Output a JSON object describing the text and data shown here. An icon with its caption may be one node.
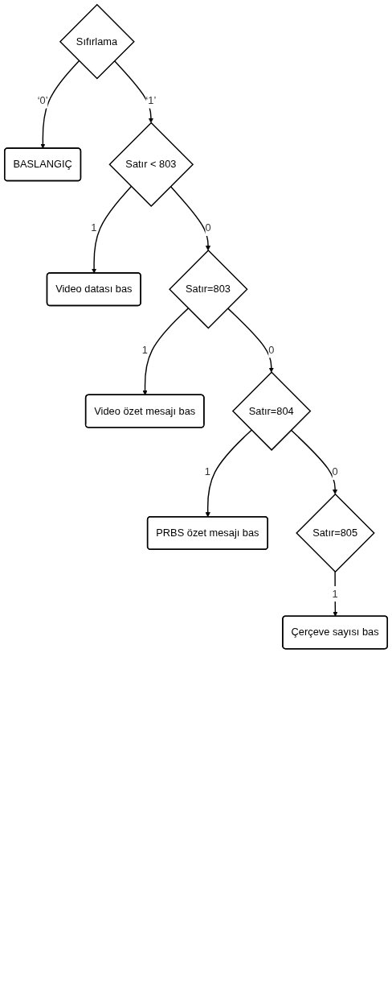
{
  "diagram": {
    "nodes": [
      {
        "text": [
          "BASLANGIÇ"
        ]
      },
      {
        "text": [
          "Sıfırlama"
        ]
      },
      {
        "text": [
          "Satır < 803"
        ]
      },
      {
        "text": [
          "Video datası bas"
        ]
      },
      {
        "text": [
          "Satır=803"
        ]
      },
      {
        "text": [
          "Video özet mesajı bas"
        ]
      },
      {
        "text": [
          "Satır=804"
        ]
      },
      {
        "text": [
          "PRBS özet mesajı bas"
        ]
      },
      {
        "text": [
          "Satır=805"
        ]
      },
      {
        "text": [
          "Çerçeve sayısı bas"
        ]
      }
    ],
    "edges": [
      {
        "from": 1,
        "to": 0,
        "arrow": "to",
        "label": "‘0’"
      },
      {
        "from": 1,
        "to": 2,
        "arrow": "to",
        "label": "‘1’"
      },
      {
        "from": 2,
        "to": 3,
        "arrow": "to",
        "label": "1"
      },
      {
        "from": 2,
        "to": 4,
        "arrow": "to",
        "label": "0"
      },
      {
        "from": 4,
        "to": 5,
        "arrow": "to",
        "label": "1"
      },
      {
        "from": 4,
        "to": 6,
        "arrow": "to",
        "label": "0"
      },
      {
        "from": 6,
        "to": 7,
        "arrow": "to",
        "label": "1"
      },
      {
        "from": 6,
        "to": 8,
        "arrow": "to",
        "label": "0"
      },
      {
        "from": 8,
        "to": 9,
        "arrow": "to",
        "label": "1"
      }
    ]
  }
}
